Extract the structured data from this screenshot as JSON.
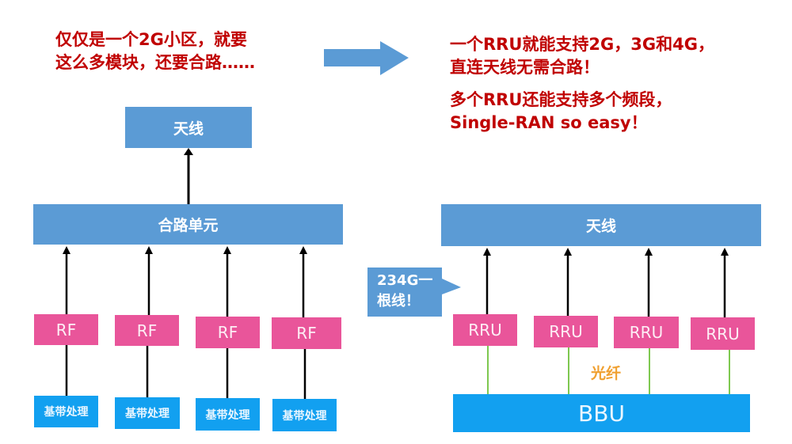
{
  "left_caption": {
    "line1": "仅仅是一个2G小区，就要",
    "line2": "这么多模块，还要合路……"
  },
  "right_caption": {
    "line1": "一个RRU就能支持2G，3G和4G，",
    "line2": "直连天线无需合路！",
    "line3": "多个RRU还能支持多个频段，",
    "line4": "Single-RAN so easy！"
  },
  "transition_arrow": {
    "icon": "right-arrow-icon"
  },
  "left_diagram": {
    "antenna_label": "天线",
    "combiner_label": "合路单元",
    "rf_units": [
      "RF",
      "RF",
      "RF",
      "RF"
    ],
    "baseband_units": [
      "基带处理",
      "基带处理",
      "基带处理",
      "基带处理"
    ]
  },
  "right_diagram": {
    "antenna_label": "天线",
    "callout": {
      "line1": "234G一",
      "line2": "根线！"
    },
    "rru_units": [
      "RRU",
      "RRU",
      "RRU",
      "RRU"
    ],
    "fiber_label": "光纤",
    "bbu_label": "BBU"
  },
  "colors": {
    "caption_red": "#c00000",
    "box_blue": "#5b9bd5",
    "unit_pink": "#e9559a",
    "baseband_blue": "#12a0f0",
    "fiber_green": "#7ec850",
    "fiber_label_orange": "#f0a030"
  }
}
